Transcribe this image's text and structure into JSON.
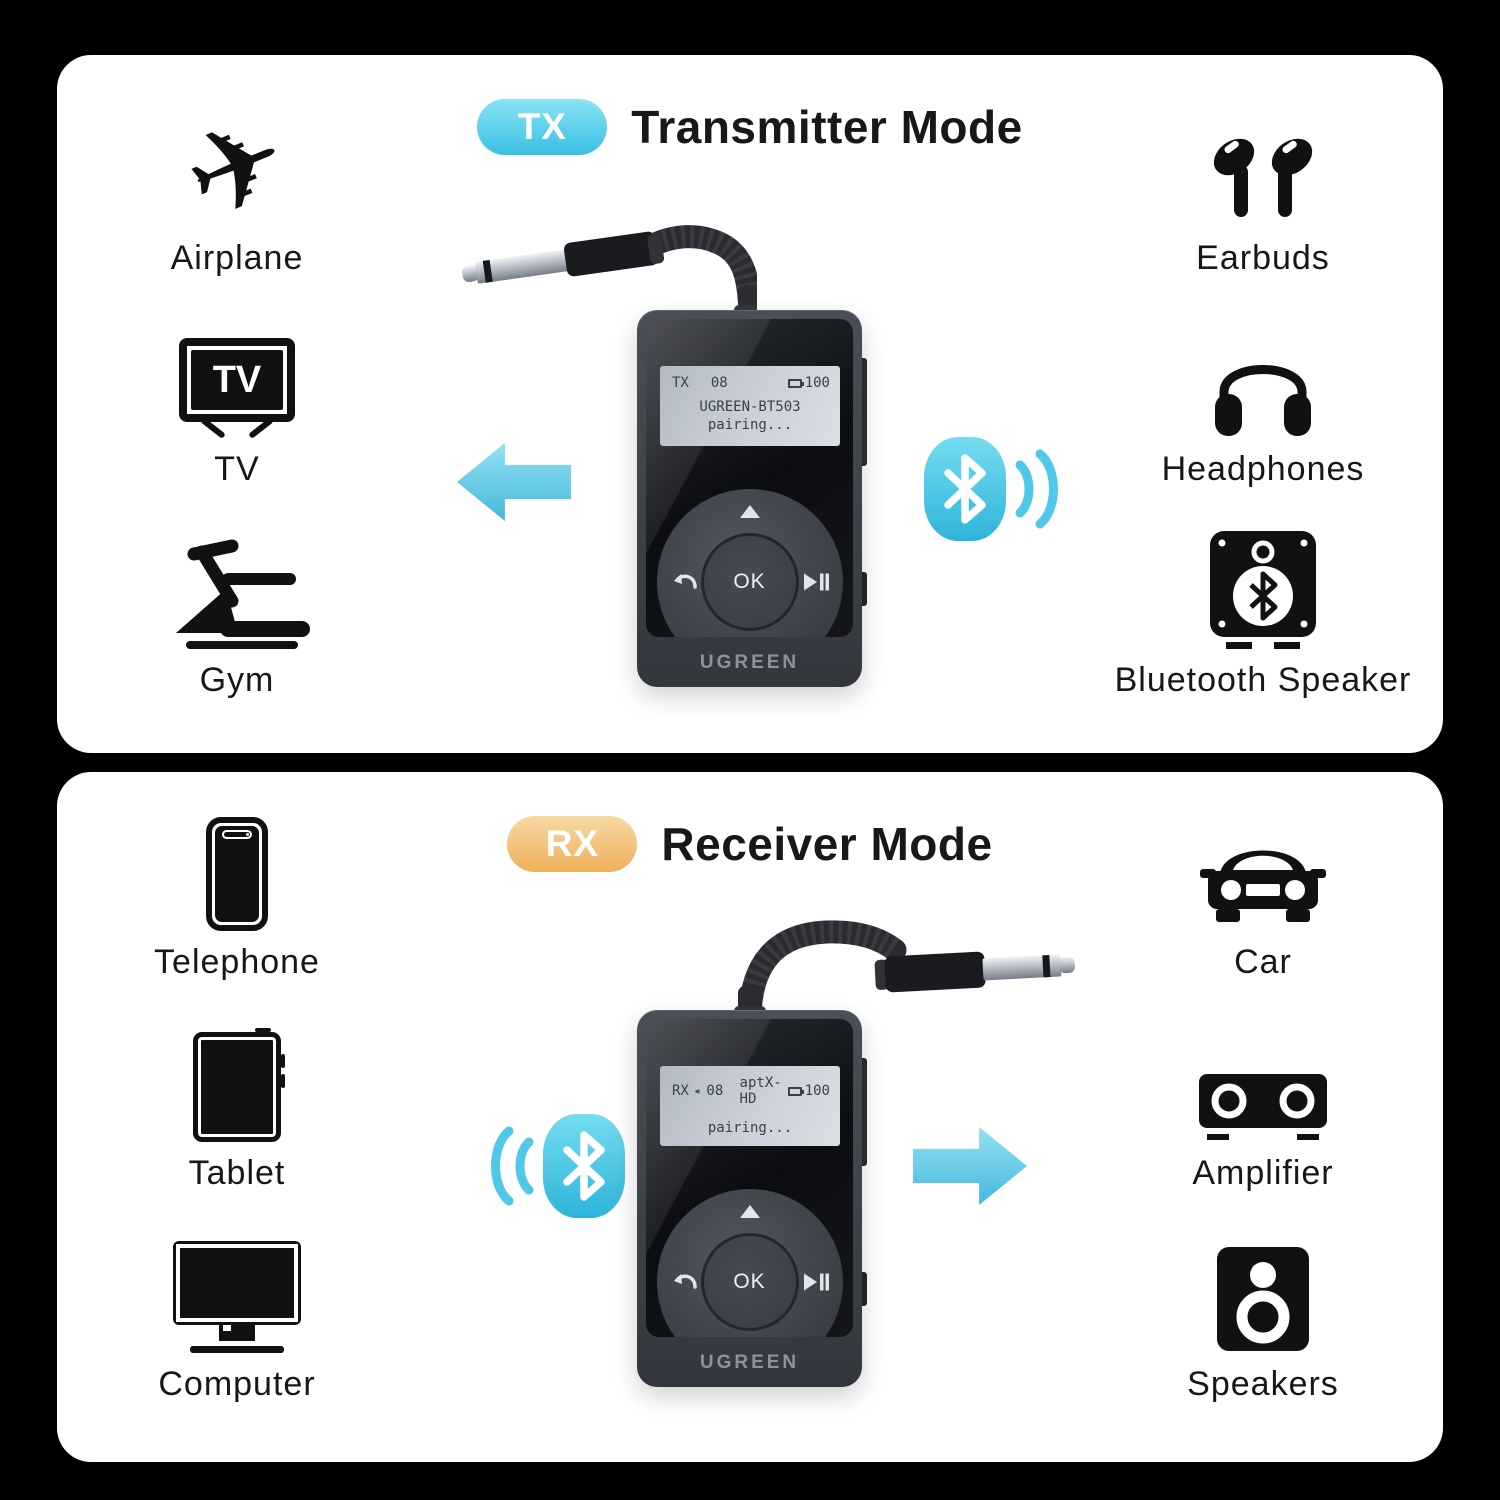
{
  "colors": {
    "background": "#000000",
    "panel": "#ffffff",
    "tx_accent": "#45C2E5",
    "rx_accent": "#F0BC72",
    "arrow_cyan": "#5FC9E6",
    "icon_black": "#111111"
  },
  "tx_panel": {
    "badge": "TX",
    "title": "Transmitter Mode",
    "sources": [
      {
        "icon": "airplane-icon",
        "label": "Airplane"
      },
      {
        "icon": "tv-icon",
        "label": "TV",
        "screen_text": "TV"
      },
      {
        "icon": "gym-icon",
        "label": "Gym"
      }
    ],
    "targets": [
      {
        "icon": "earbuds-icon",
        "label": "Earbuds"
      },
      {
        "icon": "headphones-icon",
        "label": "Headphones"
      },
      {
        "icon": "bluetooth-speaker-icon",
        "label": "Bluetooth Speaker"
      }
    ],
    "device": {
      "screen_mode": "TX",
      "screen_value": "08",
      "screen_battery": "100",
      "screen_name": "UGREEN-BT503",
      "screen_status": "pairing...",
      "ok_button": "OK",
      "brand": "UGREEN"
    }
  },
  "rx_panel": {
    "badge": "RX",
    "title": "Receiver Mode",
    "sources": [
      {
        "icon": "telephone-icon",
        "label": "Telephone"
      },
      {
        "icon": "tablet-icon",
        "label": "Tablet"
      },
      {
        "icon": "computer-icon",
        "label": "Computer"
      }
    ],
    "targets": [
      {
        "icon": "car-icon",
        "label": "Car"
      },
      {
        "icon": "amplifier-icon",
        "label": "Amplifier"
      },
      {
        "icon": "speakers-icon",
        "label": "Speakers"
      }
    ],
    "device": {
      "screen_mode": "RX",
      "screen_value": "08",
      "screen_codec": "aptX-HD",
      "screen_battery": "100",
      "screen_status": "pairing...",
      "ok_button": "OK",
      "brand": "UGREEN"
    }
  }
}
